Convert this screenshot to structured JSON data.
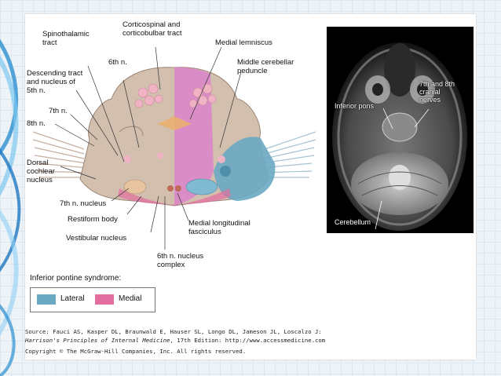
{
  "colors": {
    "lateral": "#6aa9c2",
    "medial": "#e26ea0"
  },
  "diagram": {
    "labels": {
      "spinothalamic": "Spinothalamic\ntract",
      "corticospinal": "Corticospinal and\ncorticobulbar tract",
      "medial_lemniscus": "Medial lemniscus",
      "sixth_n": "6th n.",
      "middle_cerebellar": "Middle cerebellar\npeduncle",
      "descending_tract": "Descending tract\nand nucleus of\n5th n.",
      "seventh_n": "7th n.",
      "eighth_n": "8th n.",
      "dorsal_cochlear": "Dorsal\ncochlear\nnucleus",
      "seventh_n_nucleus": "7th n. nucleus",
      "restiform_body": "Restiform body",
      "vestibular_nucleus": "Vestibular nucleus",
      "medial_longitudinal": "Medial longitudinal\nfasciculus",
      "sixth_n_nucleus": "6th n. nucleus\ncomplex"
    }
  },
  "mri": {
    "labels": {
      "cranial_nerves": "7th and 8th\ncranial\nnerves",
      "inferior_pons": "Inferior pons",
      "cerebellum": "Cerebellum"
    }
  },
  "legend": {
    "title": "Inferior pontine syndrome:",
    "lateral": "Lateral",
    "medial": "Medial"
  },
  "source": {
    "line1": "Source: Fauci AS, Kasper DL, Braunwald E, Hauser SL, Longo DL, Jameson JL, Loscalzo J:",
    "book_title": "Harrison's Principles of Internal Medicine",
    "line2_rest": ", 17th Edition: http://www.accessmedicine.com",
    "line3": "Copyright © The McGraw-Hill Companies, Inc. All rights reserved."
  }
}
